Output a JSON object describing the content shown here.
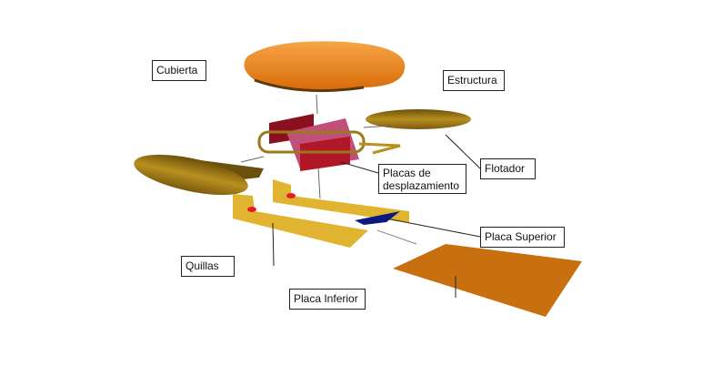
{
  "labels": {
    "cubierta": "Cubierta",
    "estructura": "Estructura",
    "flotador": "Flotador",
    "placas_line1": "Placas de",
    "placas_line2": "desplazamiento",
    "placa_superior": "Placa Superior",
    "quillas": "Quillas",
    "placa_inferior": "Placa Inferior"
  },
  "colors": {
    "deck": "#f08a1e",
    "float": "#9a7418",
    "keel": "#e0b430",
    "plates": "#8a1020",
    "top_plate": "#0a1a80",
    "bottom_plate": "#c8700f"
  }
}
